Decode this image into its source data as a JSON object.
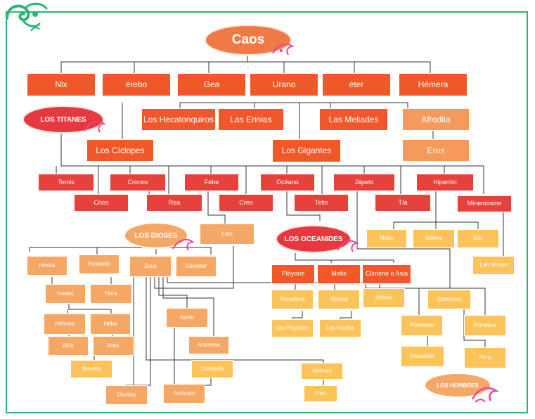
{
  "colors": {
    "frame": "#2bb673",
    "line": "#333333",
    "level_primordial": "#f0582a",
    "level_titan": "#e6413b",
    "level_orange": "#f07a45",
    "level_light": "#f59a5a",
    "level_pale": "#f5a866",
    "level_yellow": "#fbc35a"
  },
  "diagram": {
    "root": "Caos",
    "group_labels": {
      "titans": "LOS TITANES",
      "gods": "LOS DIOSES",
      "oceanids": "LOS OCEANIDES",
      "humans": "LOS HOMBRES"
    },
    "primordials": [
      "Nix",
      "érebo",
      "Gea",
      "Urano",
      "éter",
      "Hémera"
    ],
    "gea_urano_children": {
      "hecatonquiros": "Los Hecatonquiros",
      "erinias": "Las Erinias",
      "meliades": "Las Meliades",
      "afrodita": "Afrodita",
      "ciclopes": "Los Cíclopes",
      "gigantes": "Los Gigantes",
      "eros": "Eros"
    },
    "titans": {
      "temis": "Temis",
      "cronos": "Cronos",
      "febe": "Febe",
      "oceano": "Océano",
      "japeto": "Jápeto",
      "hiperion": "Hiperión",
      "crios": "Crios",
      "rea": "Rea",
      "creo": "Creo",
      "tetis": "Tetis",
      "tia": "Tía",
      "minemosine": "Minemosine"
    },
    "second_gen": {
      "leto": "Leto",
      "helio": "Helio",
      "selene": "Selene",
      "eos": "Eos",
      "musas": "Las Musas"
    },
    "olympians": {
      "hestia": "Hestia",
      "poseidon": "Poseidón",
      "zeus": "Zeus",
      "demeter": "Deméter",
      "hades": "Hades",
      "hera": "Hera",
      "hefesto": "Hefesto",
      "hebe": "Hebe",
      "ilitia": "Ilitía",
      "ares": "Ares",
      "semele": "Semele",
      "dioniso": "Dioniso",
      "apolo": "Apolo",
      "artemisa": "Artemisa",
      "coronide": "Corónide",
      "asclepio": "Asclepio",
      "hermes": "Hermes",
      "pan": "Pan"
    },
    "oceanids": {
      "pleyone": "Pléyone",
      "metis": "Metis",
      "climene": "Climene o Asia",
      "persefone": "Persefone",
      "atenea": "Atenea",
      "atlante": "Atlante",
      "pleyades": "Las Pléyades",
      "hiades": "Las Híades",
      "prometeo": "Prometeo",
      "epimeteo": "Epimeteo",
      "pandora": "Pandora",
      "deucalion": "Deucalión",
      "pirra": "Pirra"
    }
  }
}
